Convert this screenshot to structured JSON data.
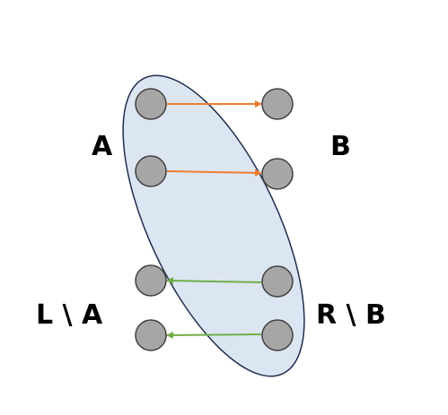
{
  "labels": {
    "set_a": "A",
    "set_b": "B",
    "left_minus_a": "L \\ A",
    "right_minus_b": "R \\ B"
  },
  "colors": {
    "ellipse_fill": "#dce6f2",
    "ellipse_stroke": "#1f2d4d",
    "node_fill": "#a6a6a6",
    "node_stroke": "#404040",
    "arrow_orange": "#ed7d31",
    "arrow_green": "#70ad47"
  },
  "edges": [
    {
      "from": "left-node-1",
      "to": "right-node-1",
      "direction": "left-to-right",
      "color": "arrow_orange"
    },
    {
      "from": "left-node-2",
      "to": "right-node-2",
      "direction": "left-to-right",
      "color": "arrow_orange"
    },
    {
      "from": "right-node-3",
      "to": "left-node-3",
      "direction": "right-to-left",
      "color": "arrow_green"
    },
    {
      "from": "right-node-4",
      "to": "left-node-4",
      "direction": "right-to-left",
      "color": "arrow_green"
    }
  ]
}
